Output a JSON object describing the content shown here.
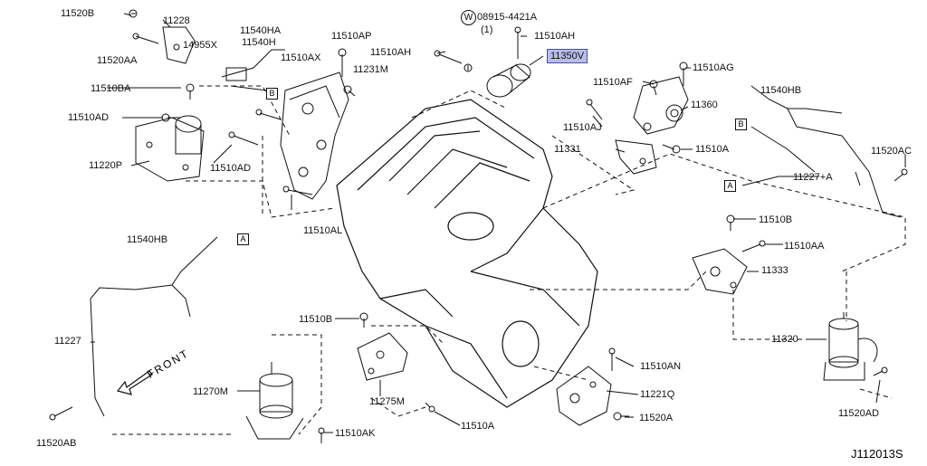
{
  "callouts": {
    "l11520b": "11520B",
    "l11228": "11228",
    "l11520aa": "11520AA",
    "l14955x": "14955X",
    "l11540ha": "11540HA",
    "l11540h": "11540H",
    "l11510ap": "11510AP",
    "l11510ah_l": "11510AH",
    "l08915": "08915-4421A",
    "l08915_qty": "(1)",
    "l11510ah_r": "11510AH",
    "l11350v": "11350V",
    "l11510ba": "11510BA",
    "l11510ax": "11510AX",
    "l11231m": "11231M",
    "l11510ad_1": "11510AD",
    "l11220p": "11220P",
    "l11510ad_2": "11510AD",
    "l11510al": "11510AL",
    "l11510ag": "11510AG",
    "l11510af": "11510AF",
    "l11360": "11360",
    "l11510aj": "11510AJ",
    "l11331": "11331",
    "l11510a_1": "11510A",
    "l11540hb_1": "11540HB",
    "l11520ac": "11520AC",
    "l11227a": "11227+A",
    "l11510b_1": "11510B",
    "l11510aa": "11510AA",
    "l11333": "11333",
    "l11540hb_2": "11540HB",
    "l11227": "11227",
    "l11510b_2": "11510B",
    "l11270m": "11270M",
    "l11275m": "11275M",
    "l11510an": "11510AN",
    "l11221q": "11221Q",
    "l11510a_2": "11510A",
    "l11520a": "11520A",
    "l11510ak": "11510AK",
    "l11520ab": "11520AB",
    "l11320": "11320",
    "l11520ad": "11520AD"
  },
  "refs": {
    "b1": "B",
    "b2": "B",
    "a1": "A",
    "a2": "A"
  },
  "washer_symbol": "W",
  "front_label": "FRONT",
  "diagram_code": "J112013S",
  "highlight_color": "#b8bde8"
}
